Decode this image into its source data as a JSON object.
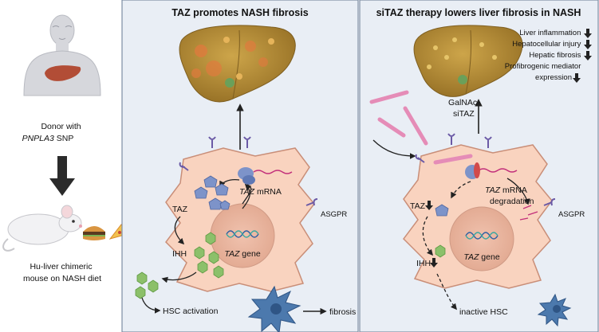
{
  "left_panel": {
    "donor_line1": "Donor with",
    "donor_gene": "PNPLA3",
    "donor_rest": " SNP",
    "mouse_line1": "Hu-liver chimeric",
    "mouse_line2": "mouse on NASH diet"
  },
  "middle_panel": {
    "title": "TAZ promotes NASH fibrosis",
    "taz_mrna_gene": "TAZ",
    "taz_mrna_rest": " mRNA",
    "taz": "TAZ",
    "ihh": "IHH",
    "taz_gene_gene": "TAZ",
    "taz_gene_rest": " gene",
    "asgpr": "ASGPR",
    "hsc_activation": "HSC activation",
    "fibrosis": "fibrosis"
  },
  "right_panel": {
    "title": "siTAZ therapy lowers liver fibrosis in NASH",
    "effects": [
      "Liver inflammation",
      "Hepatocellular injury",
      "Hepatic fibrosis",
      "Profibrogenic mediator",
      "expression"
    ],
    "drug_line1": "GalNAc-",
    "drug_line2": "siTAZ",
    "mrna_deg_gene": "TAZ",
    "mrna_deg_rest": " mRNA",
    "degradation": "degradation",
    "taz": "TAZ",
    "ihh": "IHH",
    "taz_gene_gene": "TAZ",
    "taz_gene_rest": " gene",
    "asgpr": "ASGPR",
    "inactive_hsc": "inactive HSC"
  },
  "colors": {
    "panel_bg": "#e9eef5",
    "panel_border": "#7d8da3",
    "cell_fill": "#f9d3bf",
    "cell_stroke": "#c98e78",
    "nucleus": "#ebb9a4",
    "liver": "#b08c35",
    "taz_protein": "#7d93c9",
    "ihh": "#8cc06a",
    "sirna": "#e58cb7",
    "hsc": "#4c79ad"
  }
}
